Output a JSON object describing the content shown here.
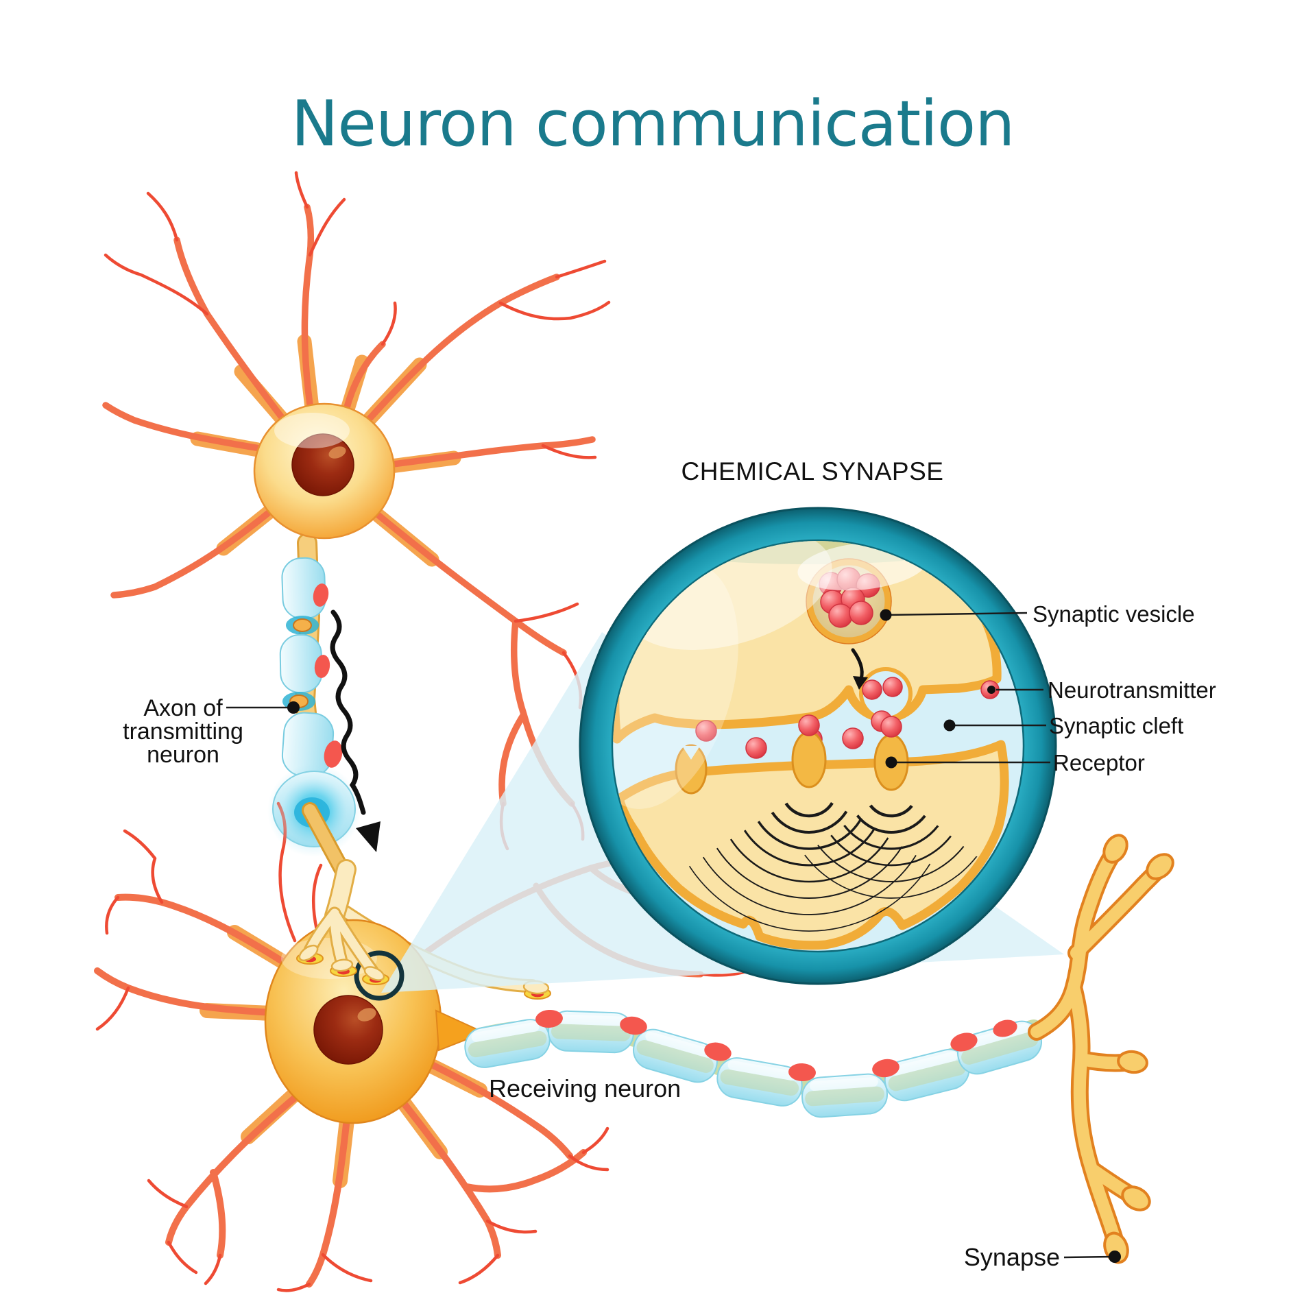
{
  "title": {
    "text": "Neuron communication",
    "color": "#1A7A8C"
  },
  "inset": {
    "heading": "CHEMICAL SYNAPSE",
    "labels": {
      "synaptic_vesicle": "Synaptic vesicle",
      "neurotransmitter": "Neurotransmitter",
      "synaptic_cleft": "Synaptic cleft",
      "receptor": "Receptor"
    }
  },
  "labels": {
    "axon_line1": "Axon of",
    "axon_line2": "transmitting",
    "axon_line3": "neuron",
    "receiving_neuron": "Receiving neuron",
    "synapse": "Synapse"
  },
  "colors": {
    "background": "#FFFFFF",
    "title_teal": "#1A7A8C",
    "label_text": "#111111",
    "ring_teal": "#2FB3C9",
    "cleft_blue": "#D6F0F8",
    "terminal_cream": "#FAE3A6",
    "membrane_gold": "#F1AC38",
    "neurotransmitter_red": "#F2555C",
    "myelin_blue": "#BCE9F4",
    "soma_orange": "#F5A93C",
    "dendrite_red": "#EE4A33",
    "nucleus_brown": "#8E2410"
  }
}
